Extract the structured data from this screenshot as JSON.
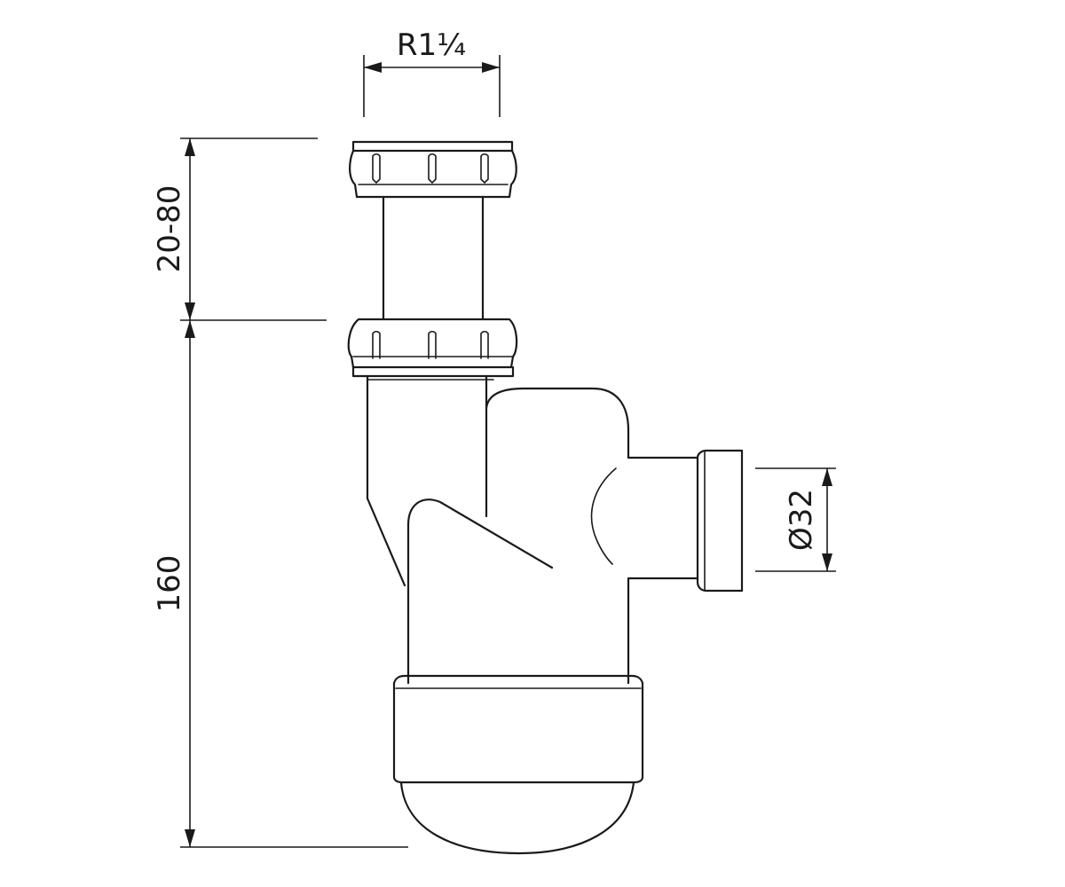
{
  "drawing": {
    "dimensions": {
      "thread": "R1¼",
      "extension_range": "20-80",
      "trap_height": "160",
      "outlet_diameter": "Ø32"
    }
  }
}
